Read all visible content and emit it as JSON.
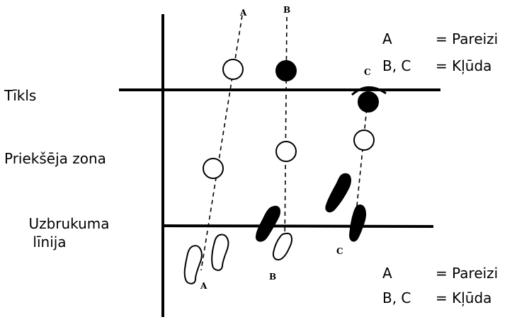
{
  "labels": {
    "net": "Tīkls",
    "front_zone": "Priekšēja zona",
    "attack_line_1": "Uzbrukuma",
    "attack_line_2": "līnija"
  },
  "legend_top": {
    "rows": [
      {
        "key": "A",
        "value": "= Pareizi"
      },
      {
        "key": "B, C",
        "value": "= Kļūda"
      }
    ]
  },
  "legend_bottom": {
    "rows": [
      {
        "key": "A",
        "value": "= Pareizi"
      },
      {
        "key": "B, C",
        "value": "= Kļūda"
      }
    ]
  },
  "trajectory_tags": {
    "top_a": "A",
    "top_b": "B",
    "top_c": "C",
    "bottom_a": "A",
    "bottom_b": "B",
    "bottom_c": "C"
  },
  "colors": {
    "ink": "#000000",
    "paper": "#ffffff"
  }
}
